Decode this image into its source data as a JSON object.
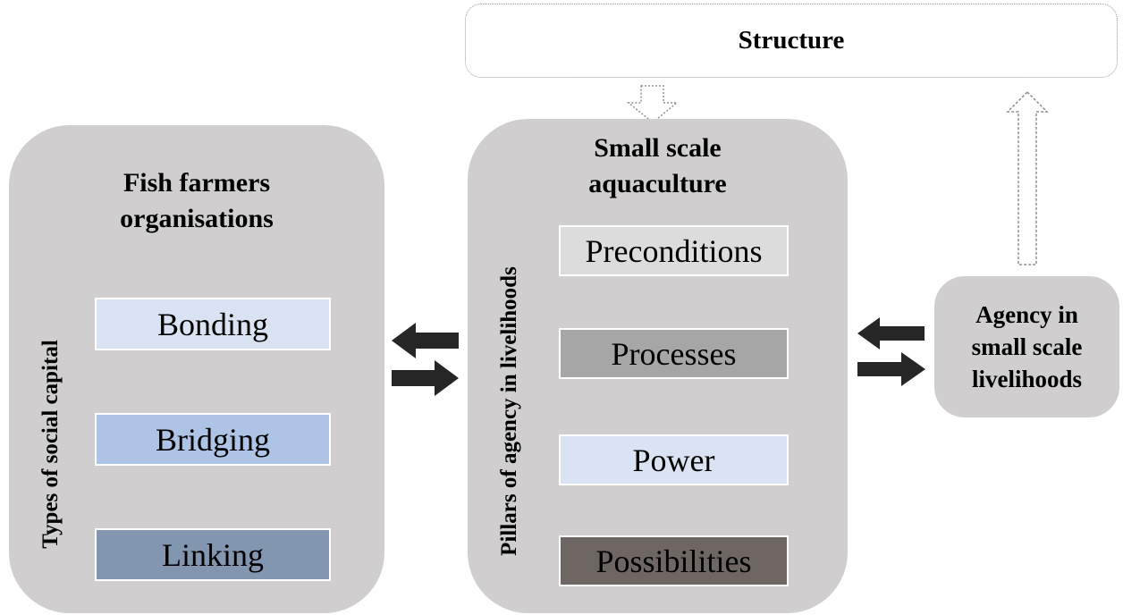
{
  "structure_box": {
    "label": "Structure"
  },
  "left_panel": {
    "title_line1": "Fish farmers",
    "title_line2": "organisations",
    "side_label": "Types of social capital",
    "items": [
      {
        "label": "Bonding",
        "color": "#dae3f3"
      },
      {
        "label": "Bridging",
        "color": "#aec4e6"
      },
      {
        "label": "Linking",
        "color": "#8296b0"
      }
    ]
  },
  "middle_panel": {
    "title_line1": "Small scale",
    "title_line2": "aquaculture",
    "side_label": "Pillars of agency in livelihoods",
    "items": [
      {
        "label": "Preconditions",
        "color": "#dcdcdc"
      },
      {
        "label": "Processes",
        "color": "#a6a6a6"
      },
      {
        "label": "Power",
        "color": "#dae3f3"
      },
      {
        "label": "Possibilities",
        "color": "#6d6663"
      }
    ]
  },
  "right_panel": {
    "line1": "Agency in",
    "line2": "small scale",
    "line3": "livelihoods"
  },
  "colors": {
    "panel_background": "#d0cece",
    "solid_arrow": "#262626",
    "outline_arrow_stroke": "#8f8f8f",
    "item_border": "#ffffff",
    "text": "#000000"
  }
}
